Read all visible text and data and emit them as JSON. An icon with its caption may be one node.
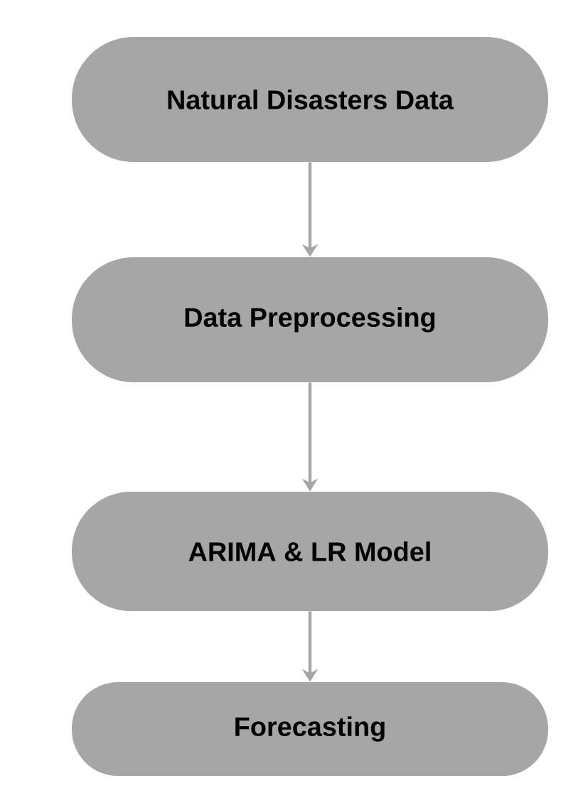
{
  "diagram": {
    "nodes": [
      {
        "text": [
          "Natural Disasters Data"
        ]
      },
      {
        "text": [
          "Data Preprocessing"
        ]
      },
      {
        "text": [
          "ARIMA & LR Model"
        ]
      },
      {
        "text": [
          "Forecasting"
        ]
      }
    ],
    "edges": [
      {
        "from": 0,
        "to": 1,
        "arrow": "to"
      },
      {
        "from": 1,
        "to": 2,
        "arrow": "to"
      },
      {
        "from": 2,
        "to": 3,
        "arrow": "to"
      }
    ]
  }
}
